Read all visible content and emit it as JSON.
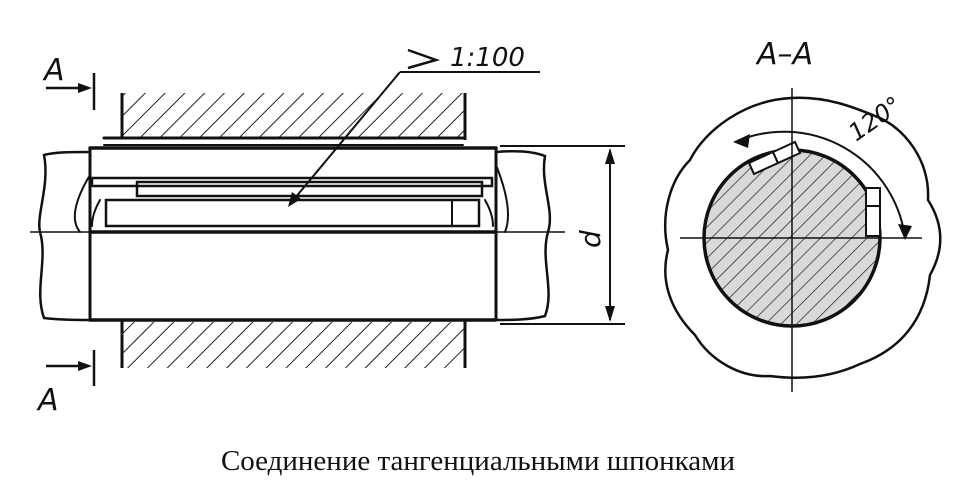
{
  "labels": {
    "section_mark_top": "A",
    "section_mark_bottom": "A",
    "taper": "1:100",
    "diameter": "d",
    "section_title": "А–А",
    "angle": "120°"
  },
  "caption": "Соединение тангенциальными шпонками",
  "colors": {
    "ink": "#111111",
    "hatch": "#222222",
    "shaft_fill": "#d9d9d9",
    "background": "#ffffff"
  }
}
